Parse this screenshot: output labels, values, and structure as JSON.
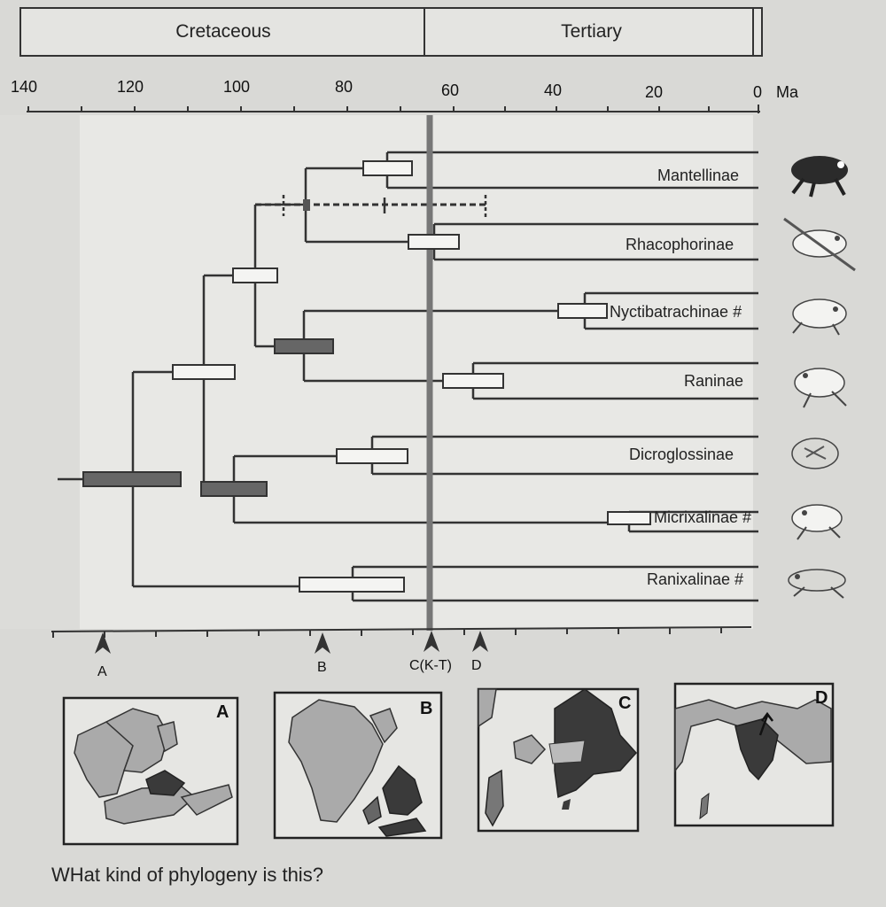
{
  "periods": [
    {
      "name": "Cretaceous"
    },
    {
      "name": "Tertiary"
    }
  ],
  "time_axis": {
    "unit": "Ma",
    "ticks": [
      "140",
      "120",
      "100",
      "80",
      "60",
      "40",
      "20",
      "0"
    ]
  },
  "clades": [
    {
      "name": "Mantellinae",
      "icon": "frog-icon"
    },
    {
      "name": "Rhacophorinae",
      "icon": "tree-frog-icon"
    },
    {
      "name": "Nyctibatrachinae #",
      "icon": "frog-icon"
    },
    {
      "name": "Raninae",
      "icon": "frog-icon"
    },
    {
      "name": "Dicroglossinae",
      "icon": "frog-icon"
    },
    {
      "name": "Micrixalinae #",
      "icon": "frog-icon"
    },
    {
      "name": "Ranixalinae #",
      "icon": "frog-icon"
    }
  ],
  "event_markers": [
    "A",
    "B",
    "C(K-T)",
    "D"
  ],
  "maps": [
    {
      "letter": "A"
    },
    {
      "letter": "B"
    },
    {
      "letter": "C"
    },
    {
      "letter": "D"
    }
  ],
  "question": "WHat kind of phylogeny is this?",
  "colors": {
    "line": "#333333",
    "dark_bar": "#666666",
    "light_bar": "#f4f4f2",
    "land": "#aaaaaa",
    "india": "#3a3a3a"
  }
}
